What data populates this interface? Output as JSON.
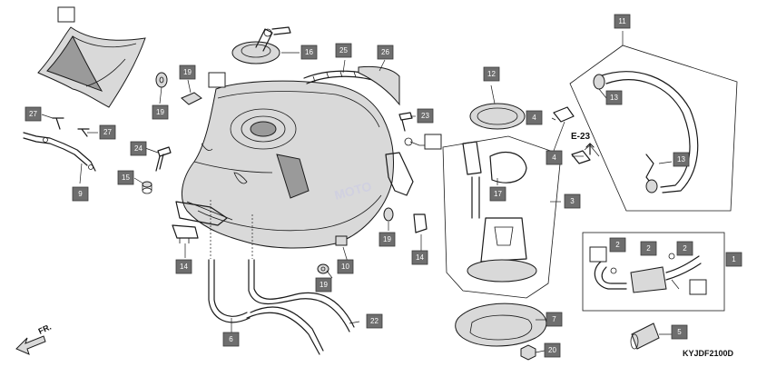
{
  "diagram": {
    "part_labels": [
      {
        "id": "lbl-27a",
        "text": "27"
      },
      {
        "id": "lbl-27b",
        "text": "27"
      },
      {
        "id": "lbl-9",
        "text": "9"
      },
      {
        "id": "lbl-24",
        "text": "24"
      },
      {
        "id": "lbl-15",
        "text": "15"
      },
      {
        "id": "lbl-19a",
        "text": "19"
      },
      {
        "id": "lbl-19b",
        "text": "19"
      },
      {
        "id": "lbl-16",
        "text": "16"
      },
      {
        "id": "lbl-25",
        "text": "25"
      },
      {
        "id": "lbl-26",
        "text": "26"
      },
      {
        "id": "lbl-23",
        "text": "23"
      },
      {
        "id": "lbl-12",
        "text": "12"
      },
      {
        "id": "lbl-4a",
        "text": "4"
      },
      {
        "id": "lbl-4b",
        "text": "4"
      },
      {
        "id": "lbl-11",
        "text": "11"
      },
      {
        "id": "lbl-13a",
        "text": "13"
      },
      {
        "id": "lbl-13b",
        "text": "13"
      },
      {
        "id": "lbl-17",
        "text": "17"
      },
      {
        "id": "lbl-3",
        "text": "3"
      },
      {
        "id": "lbl-14a",
        "text": "14"
      },
      {
        "id": "lbl-14b",
        "text": "14"
      },
      {
        "id": "lbl-19c",
        "text": "19"
      },
      {
        "id": "lbl-19d",
        "text": "19"
      },
      {
        "id": "lbl-10",
        "text": "10"
      },
      {
        "id": "lbl-6",
        "text": "6"
      },
      {
        "id": "lbl-22",
        "text": "22"
      },
      {
        "id": "lbl-7",
        "text": "7"
      },
      {
        "id": "lbl-20",
        "text": "20"
      },
      {
        "id": "lbl-1",
        "text": "1"
      },
      {
        "id": "lbl-2a",
        "text": "2"
      },
      {
        "id": "lbl-2b",
        "text": "2"
      },
      {
        "id": "lbl-2c",
        "text": "2"
      },
      {
        "id": "lbl-5",
        "text": "5"
      }
    ],
    "ref_label": "E-23",
    "diagram_code": "KYJDF2100D",
    "direction_label": "FR.",
    "watermark": "MOTO"
  }
}
